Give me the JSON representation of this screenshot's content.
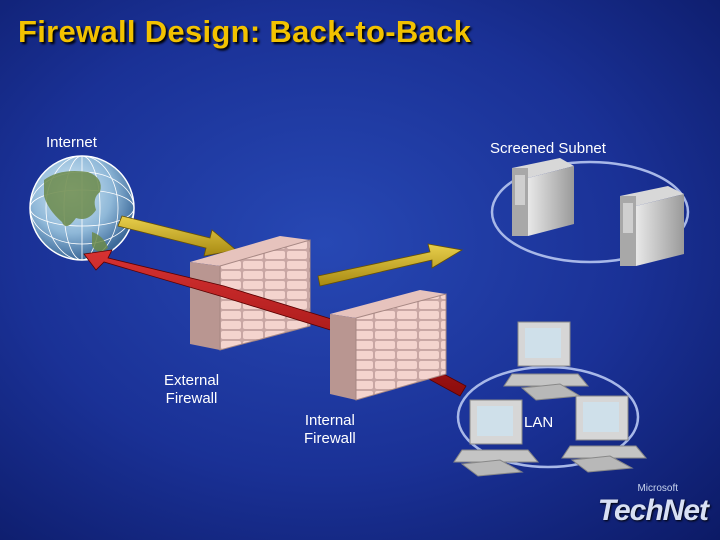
{
  "title": "Firewall Design: Back-to-Back",
  "labels": {
    "internet": "Internet",
    "screened_subnet": "Screened Subnet",
    "external_firewall": [
      "External",
      "Firewall"
    ],
    "internal_firewall": [
      "Internal",
      "Firewall"
    ],
    "lan": "LAN"
  },
  "logo": {
    "vendor": "Microsoft",
    "brand": "TechNet"
  },
  "colors": {
    "title": "#f2c200",
    "background": "#1a3196",
    "inbound_arrow": "#c8a826",
    "outbound_arrow": "#b01818",
    "brick": "#f0c8c0"
  }
}
